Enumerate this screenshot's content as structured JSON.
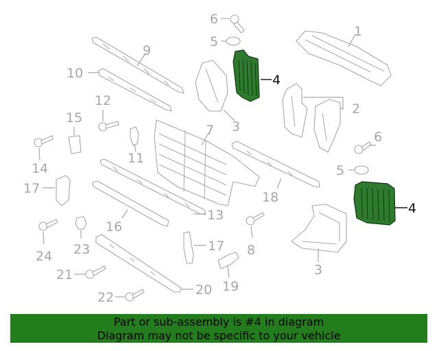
{
  "diagram": {
    "highlight_color": "#2f7a2f",
    "callouts": {
      "c1": "1",
      "c2": "2",
      "c3a": "3",
      "c3b": "3",
      "c4a": "4",
      "c4b": "4",
      "c5a": "5",
      "c5b": "5",
      "c6a": "6",
      "c6b": "6",
      "c7": "7",
      "c8": "8",
      "c9": "9",
      "c10": "10",
      "c11": "11",
      "c12": "12",
      "c13": "13",
      "c14": "14",
      "c15": "15",
      "c16": "16",
      "c17a": "17",
      "c17b": "17",
      "c18": "18",
      "c19": "19",
      "c20": "20",
      "c21": "21",
      "c22": "22",
      "c23": "23",
      "c24": "24"
    }
  },
  "banner": {
    "line1": "Part or sub-assembly is #4 in diagram",
    "line2": "Diagram may not be specific to your vehicle",
    "background": "#247d1c"
  }
}
